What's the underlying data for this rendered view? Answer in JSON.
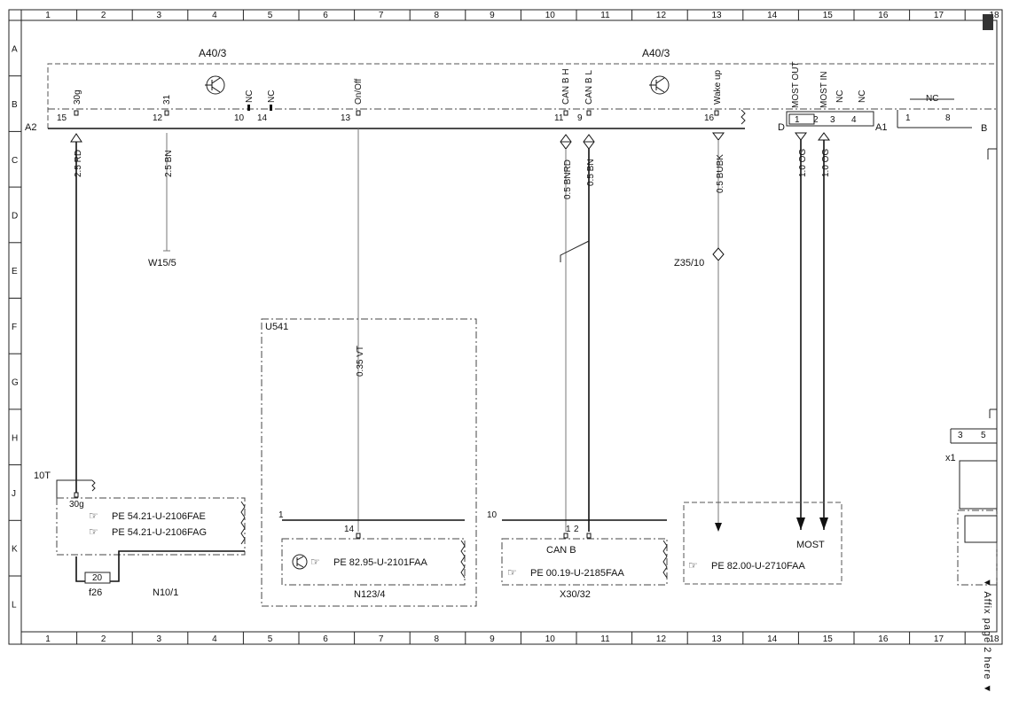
{
  "columns": [
    "1",
    "2",
    "3",
    "4",
    "5",
    "6",
    "7",
    "8",
    "9",
    "10",
    "11",
    "12",
    "13",
    "14",
    "15",
    "16",
    "17",
    "18"
  ],
  "rows": [
    "A",
    "B",
    "C",
    "D",
    "E",
    "F",
    "G",
    "H",
    "J",
    "K",
    "L"
  ],
  "components": {
    "a40_left": "A40/3",
    "a40_right": "A40/3",
    "a2": "A2",
    "a1": "A1",
    "d": "D",
    "b": "B",
    "w15": "W15/5",
    "z35": "Z35/10",
    "u541": "U541",
    "n10": "N10/1",
    "n123": "N123/4",
    "x30": "X30/32",
    "f26": "f26",
    "tenT": "10T",
    "x1": "x1"
  },
  "pins": {
    "p15": "15",
    "p30g": "30g",
    "p12": "12",
    "p31": "31",
    "p10": "10",
    "nc1": "NC",
    "p14": "14",
    "nc2": "NC",
    "p13": "13",
    "onoff": "On/Off",
    "p11": "11",
    "canbh": "CAN B H",
    "p9": "9",
    "canbl": "CAN B L",
    "p16": "16",
    "wake": "Wake up",
    "mostout": "MOST OUT",
    "mostin": "MOST IN",
    "nc3": "NC",
    "nc4": "NC",
    "d1": "1",
    "d2": "2",
    "d3": "3",
    "d4": "4",
    "nc5": "NC",
    "r1": "1",
    "r8": "8",
    "n10_30g": "30g",
    "f26_20": "20",
    "n123_1": "1",
    "n123_14": "14",
    "x30_10": "10",
    "x30_1": "1",
    "x30_2": "2",
    "x1_3": "3",
    "x1_5": "5"
  },
  "wires": {
    "w_rd": "2.5 RD",
    "w_bn": "2.5 BN",
    "w_vt": "0.35 VT",
    "w_bnrd": "0.5 BNRD",
    "w_bn05": "0.5 BN",
    "w_bubk": "0.5 BUBK",
    "w_og1": "1.0 OG",
    "w_og2": "1.0 OG"
  },
  "refs": {
    "pe1": "PE 54.21-U-2106FAE",
    "pe2": "PE 54.21-U-2106FAG",
    "pe3": "PE 82.95-U-2101FAA",
    "pe4": "PE 00.19-U-2185FAA",
    "pe5": "PE 82.00-U-2710FAA"
  },
  "labels": {
    "canb": "CAN B",
    "most": "MOST",
    "affix": "Affix page 2 here"
  }
}
